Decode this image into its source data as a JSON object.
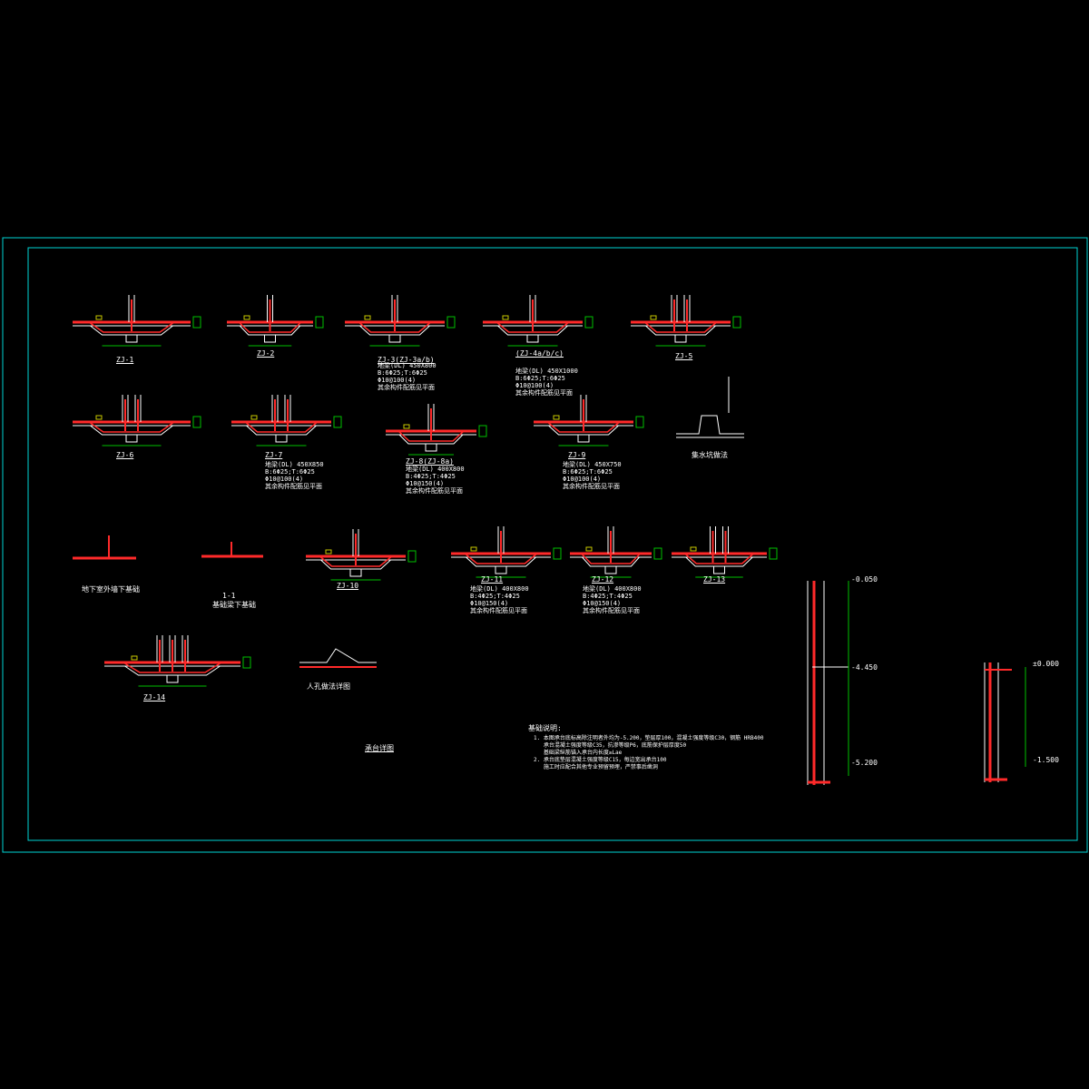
{
  "drawing": {
    "sheet_title": "承台详图",
    "colors": {
      "frame": "#00d4d4",
      "concrete": "#ff2a2a",
      "rebar": "#ffffff",
      "dimension": "#00c000",
      "text": "#ffffff",
      "tag": "#c8c800"
    }
  },
  "caps": [
    {
      "id": "zj1",
      "label": "ZJ-1"
    },
    {
      "id": "zj2",
      "label": "ZJ-2"
    },
    {
      "id": "zj3",
      "label": "ZJ-3(ZJ-3a/b)",
      "notes": [
        "地梁(DL) 450X800",
        "B:6Φ25;T:6Φ25",
        "Φ10@100(4)",
        "其余构件配筋见平面"
      ]
    },
    {
      "id": "zj4",
      "label": "(ZJ-4a/b/c)",
      "notes": [
        "地梁(DL) 450X1000",
        "B:6Φ25;T:6Φ25",
        "Φ10@100(4)",
        "其余构件配筋见平面"
      ]
    },
    {
      "id": "zj5",
      "label": "ZJ-5"
    },
    {
      "id": "zj6",
      "label": "ZJ-6"
    },
    {
      "id": "zj7",
      "label": "ZJ-7",
      "notes": [
        "地梁(DL) 450X850",
        "B:6Φ25;T:6Φ25",
        "Φ10@100(4)",
        "其余构件配筋见平面"
      ]
    },
    {
      "id": "zj8",
      "label": "ZJ-8(ZJ-8a)",
      "notes": [
        "地梁(DL) 400X800",
        "B:4Φ25;T:4Φ25",
        "Φ10@150(4)",
        "其余构件配筋见平面"
      ]
    },
    {
      "id": "zj9",
      "label": "ZJ-9",
      "notes": [
        "地梁(DL) 450X750",
        "B:6Φ25;T:6Φ25",
        "Φ10@100(4)",
        "其余构件配筋见平面"
      ]
    },
    {
      "id": "zj10",
      "label": "ZJ-10"
    },
    {
      "id": "zj11",
      "label": "ZJ-11",
      "notes": [
        "地梁(DL) 400X800",
        "B:4Φ25;T:4Φ25",
        "Φ10@150(4)",
        "其余构件配筋见平面"
      ]
    },
    {
      "id": "zj12",
      "label": "ZJ-12",
      "notes": [
        "地梁(DL) 400X800",
        "B:4Φ25;T:4Φ25",
        "Φ10@150(4)",
        "其余构件配筋见平面"
      ]
    },
    {
      "id": "zj13",
      "label": "ZJ-13"
    },
    {
      "id": "zj14",
      "label": "ZJ-14"
    }
  ],
  "misc_details": {
    "sump_detail": "集水坑做法",
    "section_a": "地下室外墙下基础",
    "section_b": "1-1",
    "section_b_sub": "基础梁下基础",
    "manhole": "人孔做法详图"
  },
  "general_notes_title": "基础说明:",
  "general_notes": [
    "1. 本图承台底标高除注明者外均为-5.200，垫层厚100，混凝土强度等级C30，钢筋 HRB400",
    "   承台混凝土强度等级C35，抗渗等级P6，底筋保护层厚度50",
    "   基础梁纵筋锚入承台内长度≥Laе",
    "2. 承台底垫层混凝土强度等级C15，每边宽出承台100",
    "   施工时应配合其他专业预留预埋，严禁事后凿洞"
  ],
  "wall_sections": {
    "elev_top": "-0.050",
    "elev_mid": "-4.450",
    "elev_bottom": "-5.200",
    "elev_right_top": "±0.000",
    "elev_right_bottom": "-1.500"
  }
}
